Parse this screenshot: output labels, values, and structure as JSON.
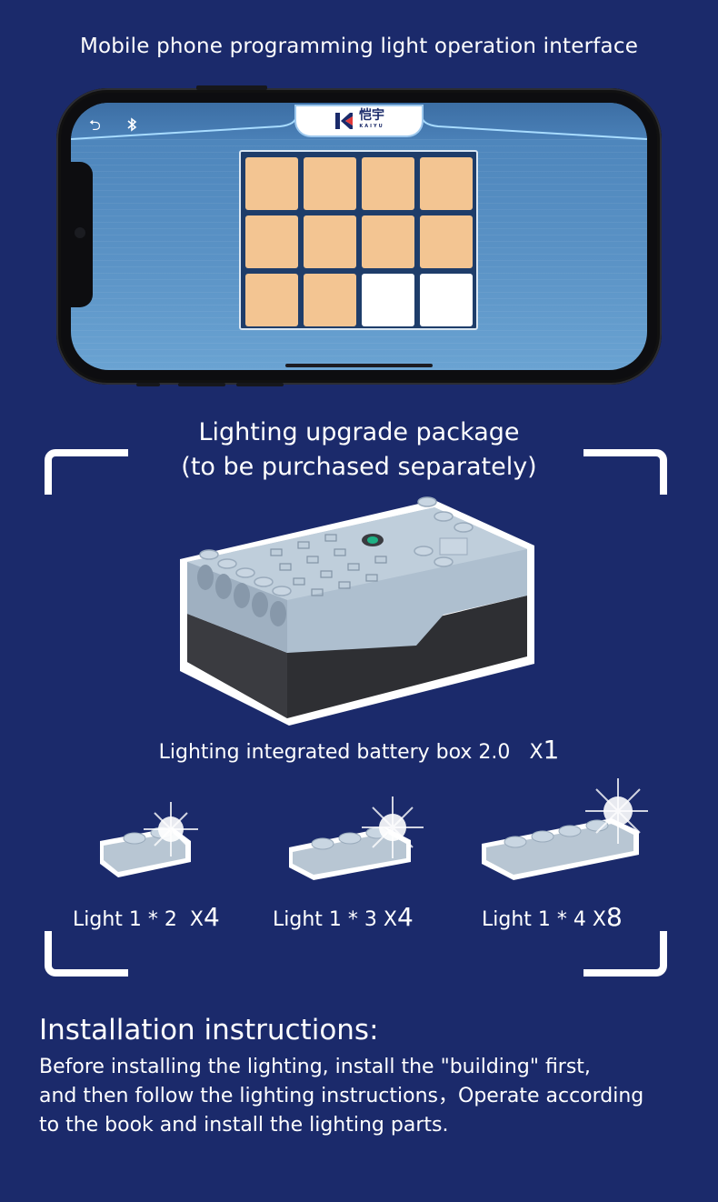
{
  "header": {
    "title": "Mobile phone programming light operation interface"
  },
  "app_screen": {
    "logo_text": "恺宇",
    "logo_subtext": "KAIYU",
    "back_icon": "back-arrow-icon",
    "bluetooth_icon": "bluetooth-icon",
    "grid": {
      "rows": 3,
      "cols": 4,
      "cells": [
        "on",
        "on",
        "on",
        "on",
        "on",
        "on",
        "on",
        "on",
        "on",
        "on",
        "off",
        "off"
      ],
      "on_color": "#f3c592",
      "off_color": "#ffffff"
    }
  },
  "package": {
    "title_line1": "Lighting upgrade package",
    "title_line2": "(to be purchased separately)",
    "battery": {
      "label": "Lighting integrated battery box 2.0",
      "qty_prefix": "X",
      "qty_number": "1"
    },
    "lights": [
      {
        "label": "Light 1 * 2",
        "qty_prefix": "X",
        "qty_number": "4"
      },
      {
        "label": "Light 1 * 3",
        "qty_prefix": "X",
        "qty_number": "4"
      },
      {
        "label": "Light 1 * 4",
        "qty_prefix": "X",
        "qty_number": "8"
      }
    ]
  },
  "instructions": {
    "title": "Installation instructions:",
    "line1": "Before installing the lighting, install the \"building\" first,",
    "line2": "and then follow the lighting instructions，Operate according",
    "line3": "to the book and install the lighting parts."
  },
  "colors": {
    "background": "#1b2a6b",
    "accent_orange": "#f3c592",
    "brick_grey": "#a9b9c8",
    "battery_dark": "#2e2f33"
  }
}
